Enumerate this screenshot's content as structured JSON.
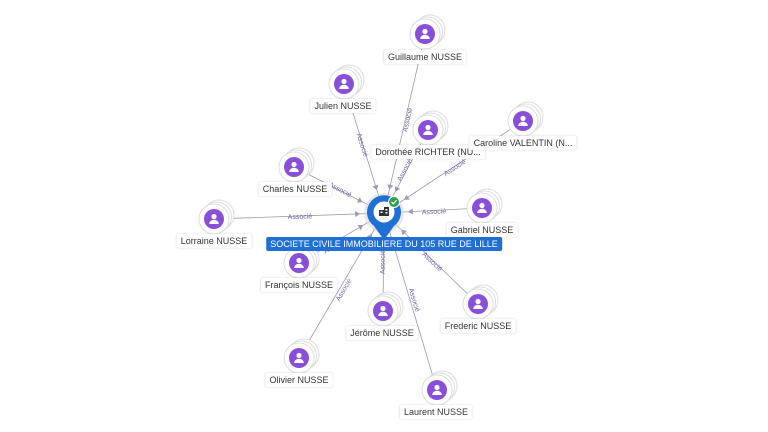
{
  "center": {
    "label": "SOCIETE CIVILE IMMOBILIERE DU 105 RUE DE LILLE",
    "icon": "building-icon",
    "badge_icon": "check-icon",
    "color": "#1f6fd6",
    "badge_color": "#2e9e4f"
  },
  "node_color": "#8a4fd8",
  "edge_label": "Associé",
  "people": [
    {
      "id": "guillaume",
      "label": "Guillaume NUSSE"
    },
    {
      "id": "julien",
      "label": "Julien NUSSE"
    },
    {
      "id": "dorothee",
      "label": "Dorothée RICHTER (NU..."
    },
    {
      "id": "caroline",
      "label": "Caroline VALENTIN (N..."
    },
    {
      "id": "charles",
      "label": "Charles NUSSE"
    },
    {
      "id": "gabriel",
      "label": "Gabriel NUSSE"
    },
    {
      "id": "lorraine",
      "label": "Lorraine NUSSE"
    },
    {
      "id": "francois",
      "label": "François NUSSE"
    },
    {
      "id": "frederic",
      "label": "Frederic NUSSE"
    },
    {
      "id": "jerome",
      "label": "Jérôme NUSSE"
    },
    {
      "id": "olivier",
      "label": "Olivier NUSSE"
    },
    {
      "id": "laurent",
      "label": "Laurent NUSSE"
    }
  ]
}
